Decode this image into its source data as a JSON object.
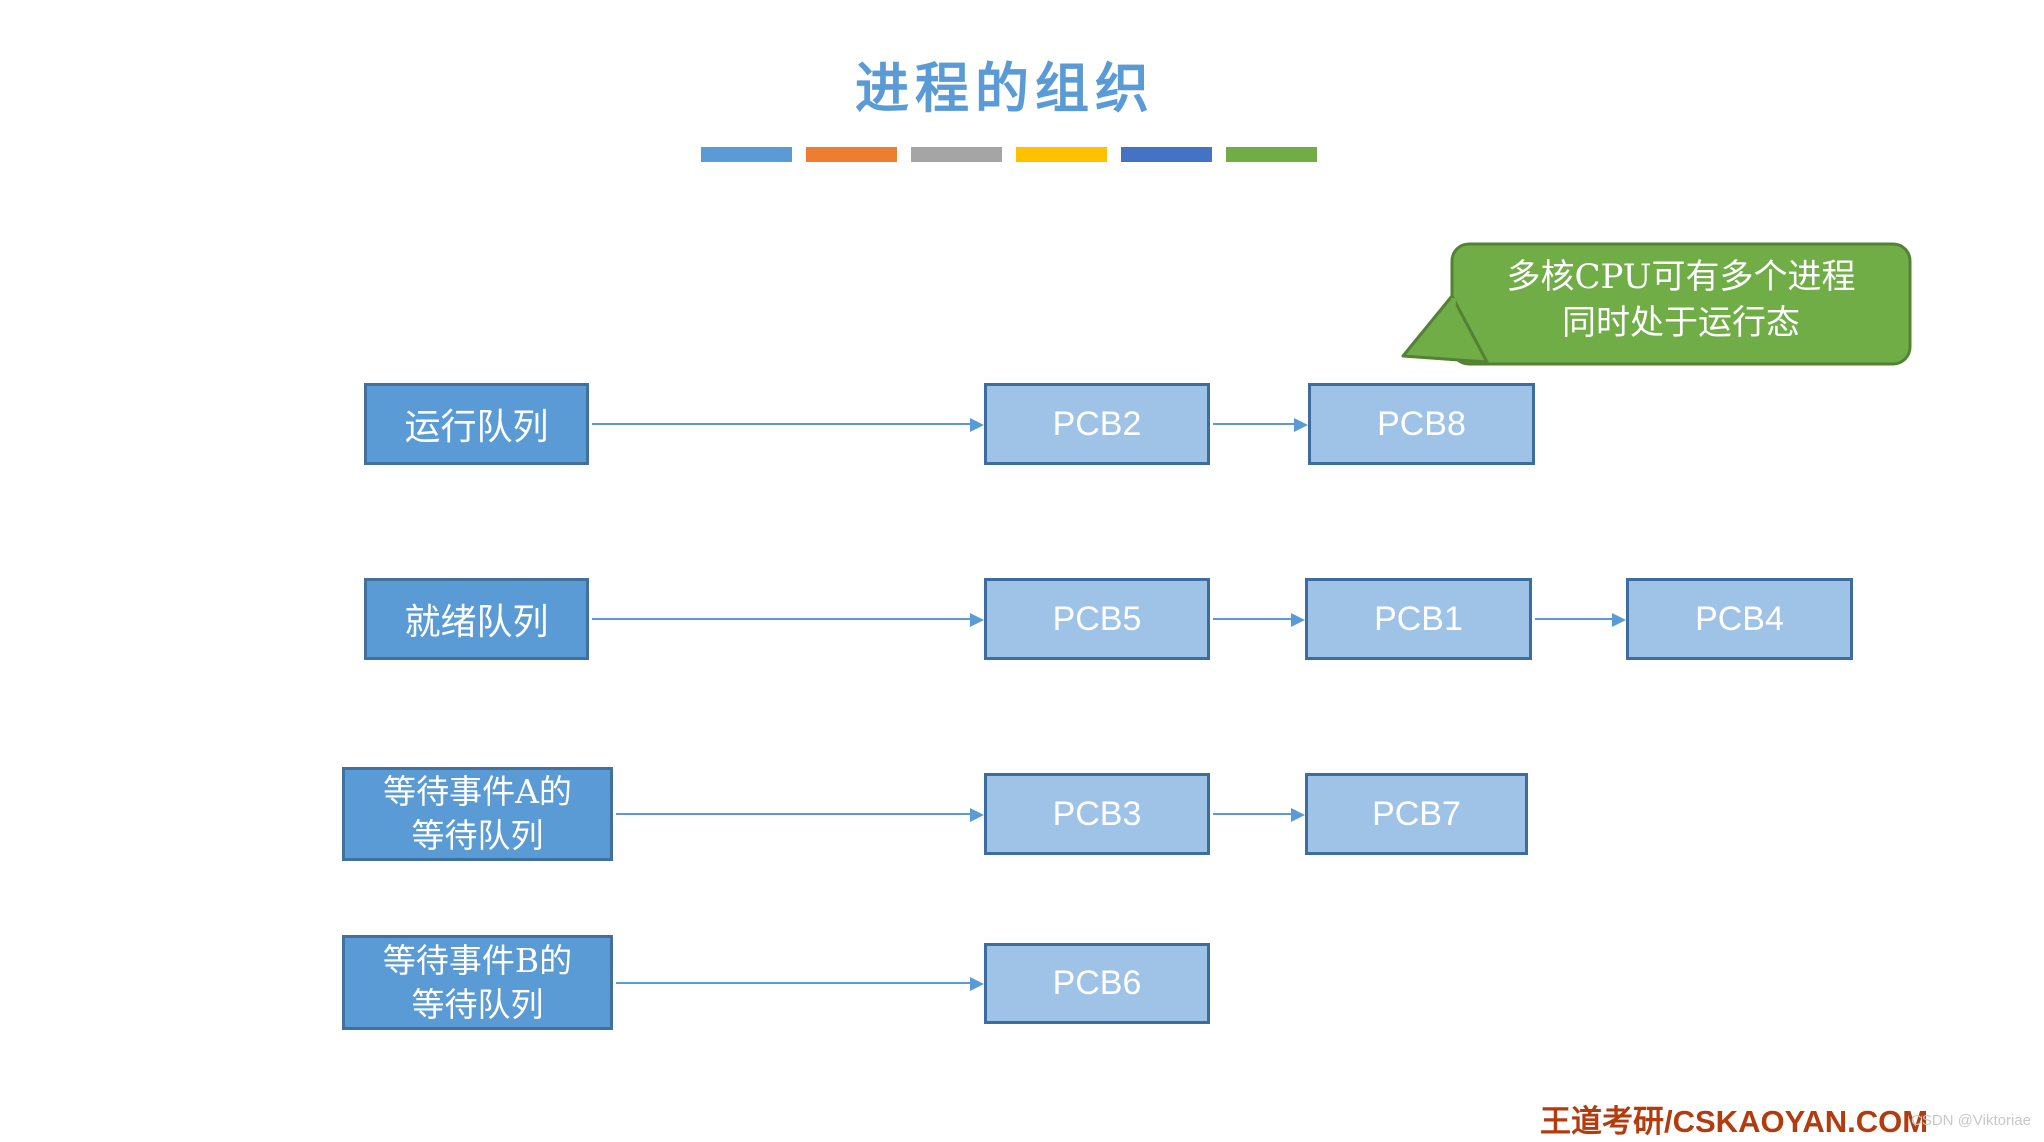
{
  "title": "进程的组织",
  "accent_bar_colors": [
    "#5b9bd5",
    "#ed7d31",
    "#a5a5a5",
    "#ffc000",
    "#4472c4",
    "#70ad47"
  ],
  "callout": {
    "line1": "多核CPU可有多个进程",
    "line2": "同时处于运行态",
    "fill": "#70ad47",
    "border": "#538135"
  },
  "rows": [
    {
      "queue_label": "运行队列",
      "pcbs": [
        "PCB2",
        "PCB8"
      ]
    },
    {
      "queue_label": "就绪队列",
      "pcbs": [
        "PCB5",
        "PCB1",
        "PCB4"
      ]
    },
    {
      "queue_label_line1": "等待事件A的",
      "queue_label_line2": "等待队列",
      "pcbs": [
        "PCB3",
        "PCB7"
      ]
    },
    {
      "queue_label_line1": "等待事件B的",
      "queue_label_line2": "等待队列",
      "pcbs": [
        "PCB6"
      ]
    }
  ],
  "colors": {
    "title": "#5b9bd5",
    "queue_box_fill": "#5b9bd5",
    "queue_box_border": "#41719c",
    "pcb_box_fill": "#9fc3e7",
    "pcb_box_border": "#3d6d9e",
    "arrow": "#5b9bd5",
    "brand_text": "#b33c0f",
    "csdn_watermark": "#c8c8c8"
  },
  "footer": {
    "brand": "王道考研/CSKAOYAN.COM",
    "watermark": "CSDN @Viktoriae"
  }
}
